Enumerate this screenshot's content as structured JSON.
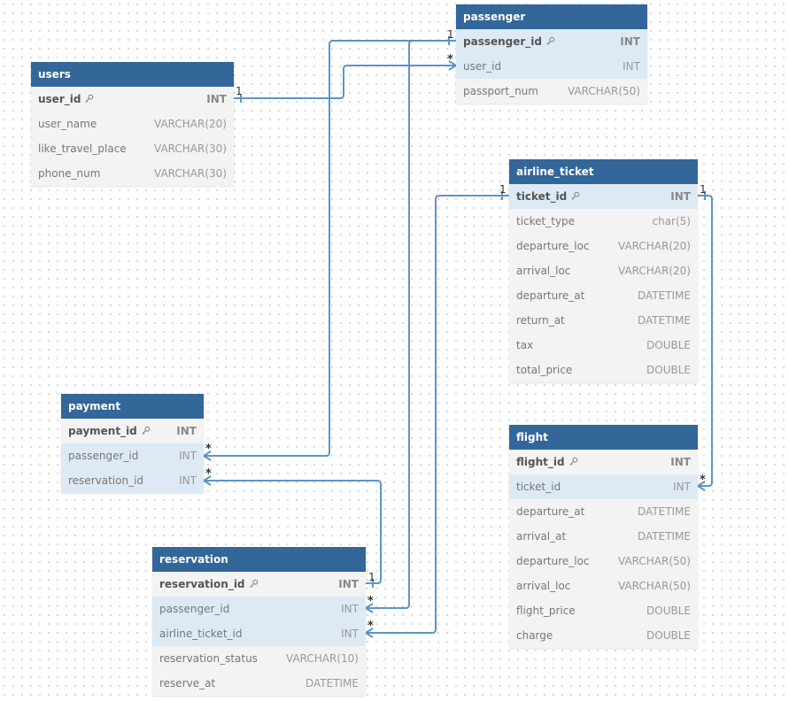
{
  "diagram": {
    "tables": {
      "users": {
        "name": "users",
        "columns": [
          {
            "name": "user_id",
            "type": "INT",
            "pk": true
          },
          {
            "name": "user_name",
            "type": "VARCHAR(20)"
          },
          {
            "name": "like_travel_place",
            "type": "VARCHAR(30)"
          },
          {
            "name": "phone_num",
            "type": "VARCHAR(30)"
          }
        ]
      },
      "passenger": {
        "name": "passenger",
        "columns": [
          {
            "name": "passenger_id",
            "type": "INT",
            "pk": true
          },
          {
            "name": "user_id",
            "type": "INT"
          },
          {
            "name": "passport_num",
            "type": "VARCHAR(50)"
          }
        ]
      },
      "airline_ticket": {
        "name": "airline_ticket",
        "columns": [
          {
            "name": "ticket_id",
            "type": "INT",
            "pk": true
          },
          {
            "name": "ticket_type",
            "type": "char(5)"
          },
          {
            "name": "departure_loc",
            "type": "VARCHAR(20)"
          },
          {
            "name": "arrival_loc",
            "type": "VARCHAR(20)"
          },
          {
            "name": "departure_at",
            "type": "DATETIME"
          },
          {
            "name": "return_at",
            "type": "DATETIME"
          },
          {
            "name": "tax",
            "type": "DOUBLE"
          },
          {
            "name": "total_price",
            "type": "DOUBLE"
          }
        ]
      },
      "payment": {
        "name": "payment",
        "columns": [
          {
            "name": "payment_id",
            "type": "INT",
            "pk": true
          },
          {
            "name": "passenger_id",
            "type": "INT"
          },
          {
            "name": "reservation_id",
            "type": "INT"
          }
        ]
      },
      "flight": {
        "name": "flight",
        "columns": [
          {
            "name": "flight_id",
            "type": "INT",
            "pk": true
          },
          {
            "name": "ticket_id",
            "type": "INT"
          },
          {
            "name": "departure_at",
            "type": "DATETIME"
          },
          {
            "name": "arrival_at",
            "type": "DATETIME"
          },
          {
            "name": "departure_loc",
            "type": "VARCHAR(50)"
          },
          {
            "name": "arrival_loc",
            "type": "VARCHAR(50)"
          },
          {
            "name": "flight_price",
            "type": "DOUBLE"
          },
          {
            "name": "charge",
            "type": "DOUBLE"
          }
        ]
      },
      "reservation": {
        "name": "reservation",
        "columns": [
          {
            "name": "reservation_id",
            "type": "INT",
            "pk": true
          },
          {
            "name": "passenger_id",
            "type": "INT"
          },
          {
            "name": "airline_ticket_id",
            "type": "INT"
          },
          {
            "name": "reservation_status",
            "type": "VARCHAR(10)"
          },
          {
            "name": "reserve_at",
            "type": "DATETIME"
          }
        ]
      }
    },
    "relationships": {
      "one_label": "1",
      "many_label": "*"
    },
    "colors": {
      "header": "#336699",
      "link": "#5b95c8",
      "highlight": "#ddeaf4",
      "row": "#f3f3f3"
    }
  }
}
